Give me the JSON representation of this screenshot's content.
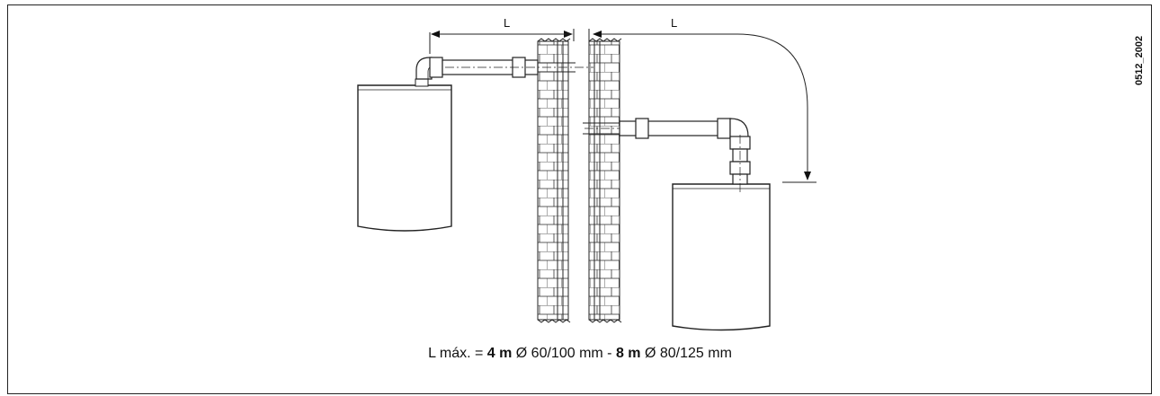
{
  "diagram": {
    "dimension_label_left": "L",
    "dimension_label_right": "L",
    "figure_code": "0512_2002"
  },
  "caption": {
    "prefix": "L máx.  = ",
    "value_1": "4 m",
    "spec_1": " Ø 60/100 mm - ",
    "value_2": "8 m",
    "spec_2": " Ø 80/125 mm"
  }
}
